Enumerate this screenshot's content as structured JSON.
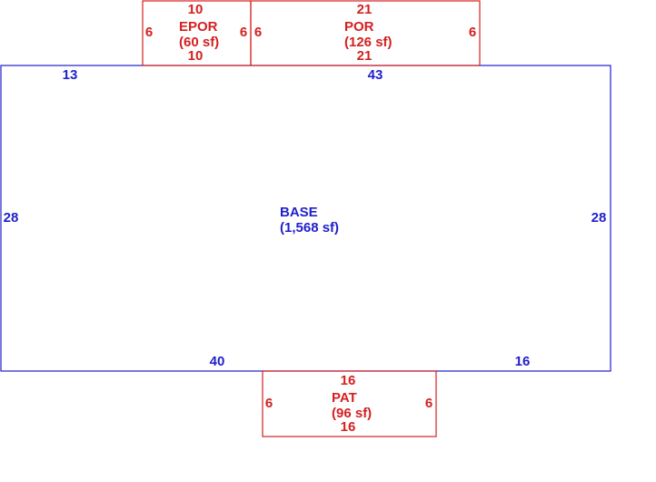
{
  "colors": {
    "base": "#1f1fcc",
    "addition": "#d42020",
    "background": "#ffffff"
  },
  "areas": {
    "base": {
      "name": "BASE",
      "area": "(1,568 sf)",
      "dims": {
        "top_left": "13",
        "top_right": "43",
        "left": "28",
        "right": "28",
        "bottom_left": "40",
        "bottom_right": "16"
      }
    },
    "epor": {
      "name": "EPOR",
      "area": "(60 sf)",
      "dims": {
        "top": "10",
        "bottom": "10",
        "left": "6",
        "right": "6"
      }
    },
    "por": {
      "name": "POR",
      "area": "(126 sf)",
      "dims": {
        "top": "21",
        "bottom": "21",
        "left": "6",
        "right": "6"
      }
    },
    "pat": {
      "name": "PAT",
      "area": "(96 sf)",
      "dims": {
        "top": "16",
        "bottom": "16",
        "left": "6",
        "right": "6"
      }
    }
  }
}
